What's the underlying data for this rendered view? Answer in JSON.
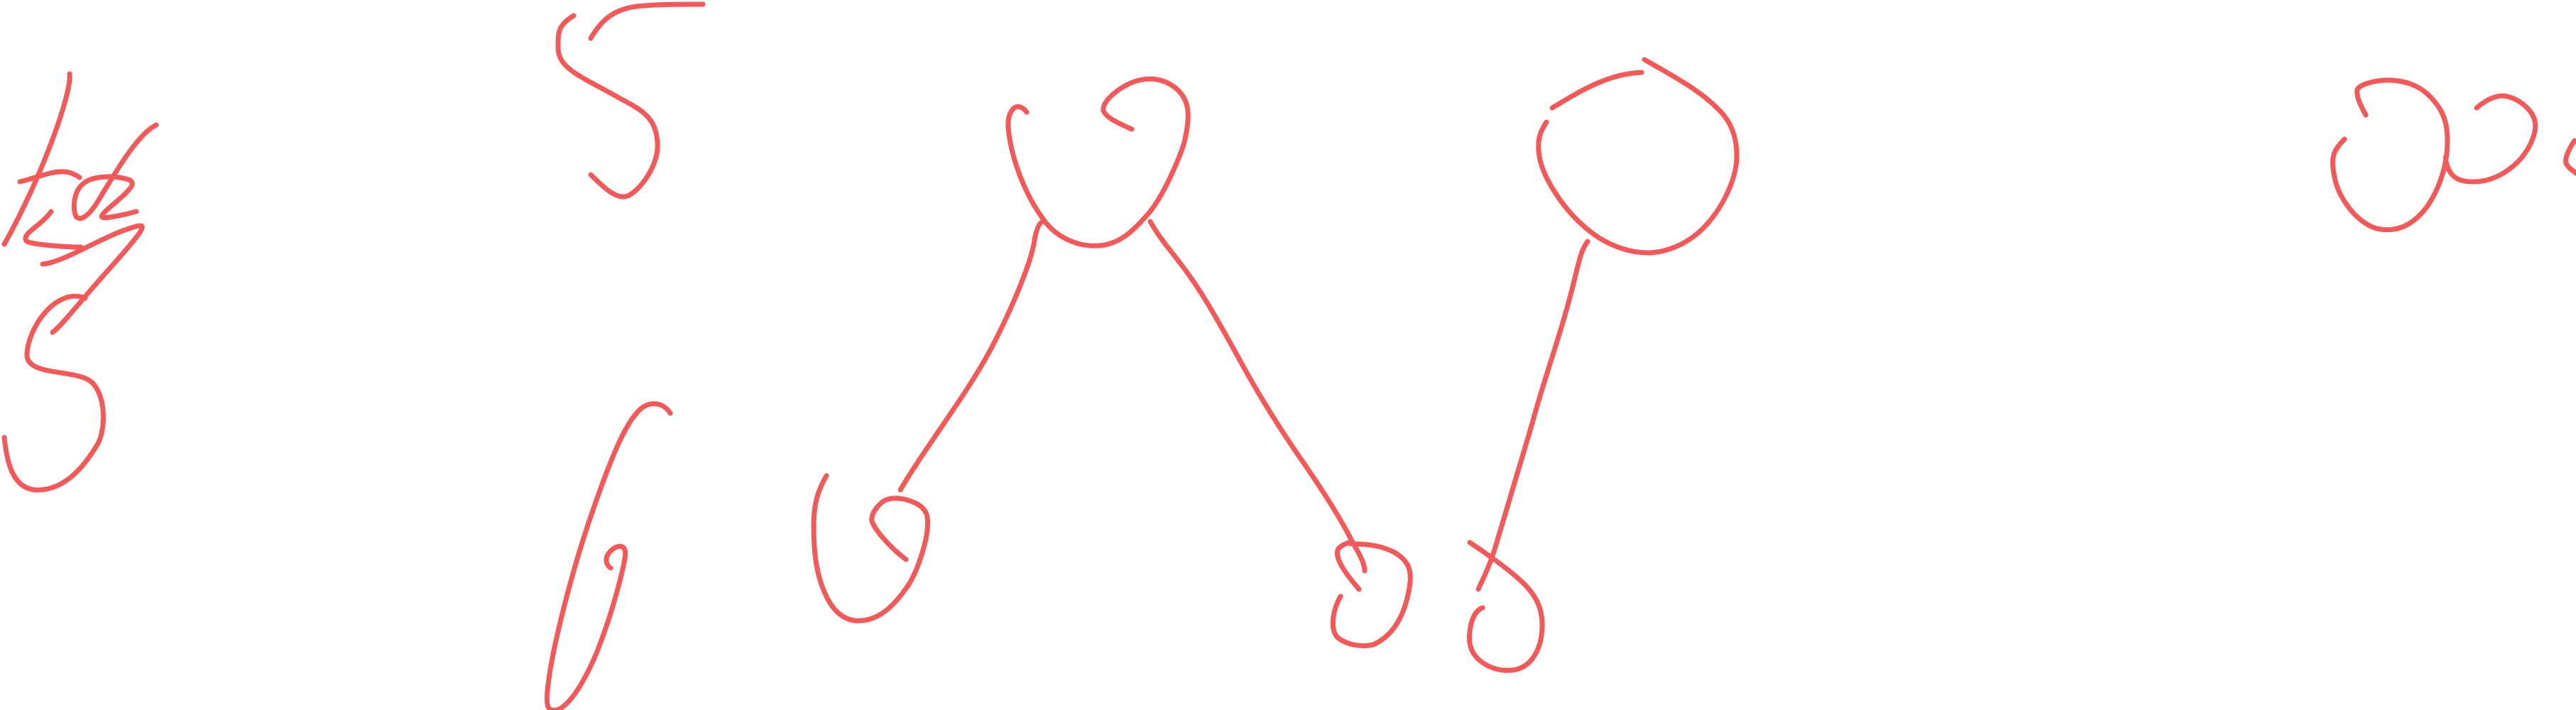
{
  "diagram": {
    "style": "handwritten tree sketch",
    "ink_color": "#f05a5a",
    "background_color": "#ffffff",
    "nodes": [
      {
        "id": "n1",
        "label": "5",
        "kind": "digit"
      },
      {
        "id": "n2",
        "label": "6",
        "kind": "digit"
      },
      {
        "id": "n3",
        "label": "",
        "kind": "node"
      },
      {
        "id": "n4",
        "label": "",
        "kind": "node"
      },
      {
        "id": "n5",
        "label": "",
        "kind": "node"
      },
      {
        "id": "n6",
        "label": "",
        "kind": "node"
      },
      {
        "id": "n7",
        "label": "",
        "kind": "node"
      },
      {
        "id": "n8",
        "label": "",
        "kind": "node"
      },
      {
        "id": "n9",
        "label": "",
        "kind": "node"
      },
      {
        "id": "n10",
        "label": "",
        "kind": "node"
      },
      {
        "id": "n11",
        "label": "",
        "kind": "node"
      }
    ],
    "edges": [
      {
        "from": "n3",
        "to": "n4"
      },
      {
        "from": "n3",
        "to": "n5"
      },
      {
        "from": "n6",
        "to": "n7"
      }
    ]
  }
}
